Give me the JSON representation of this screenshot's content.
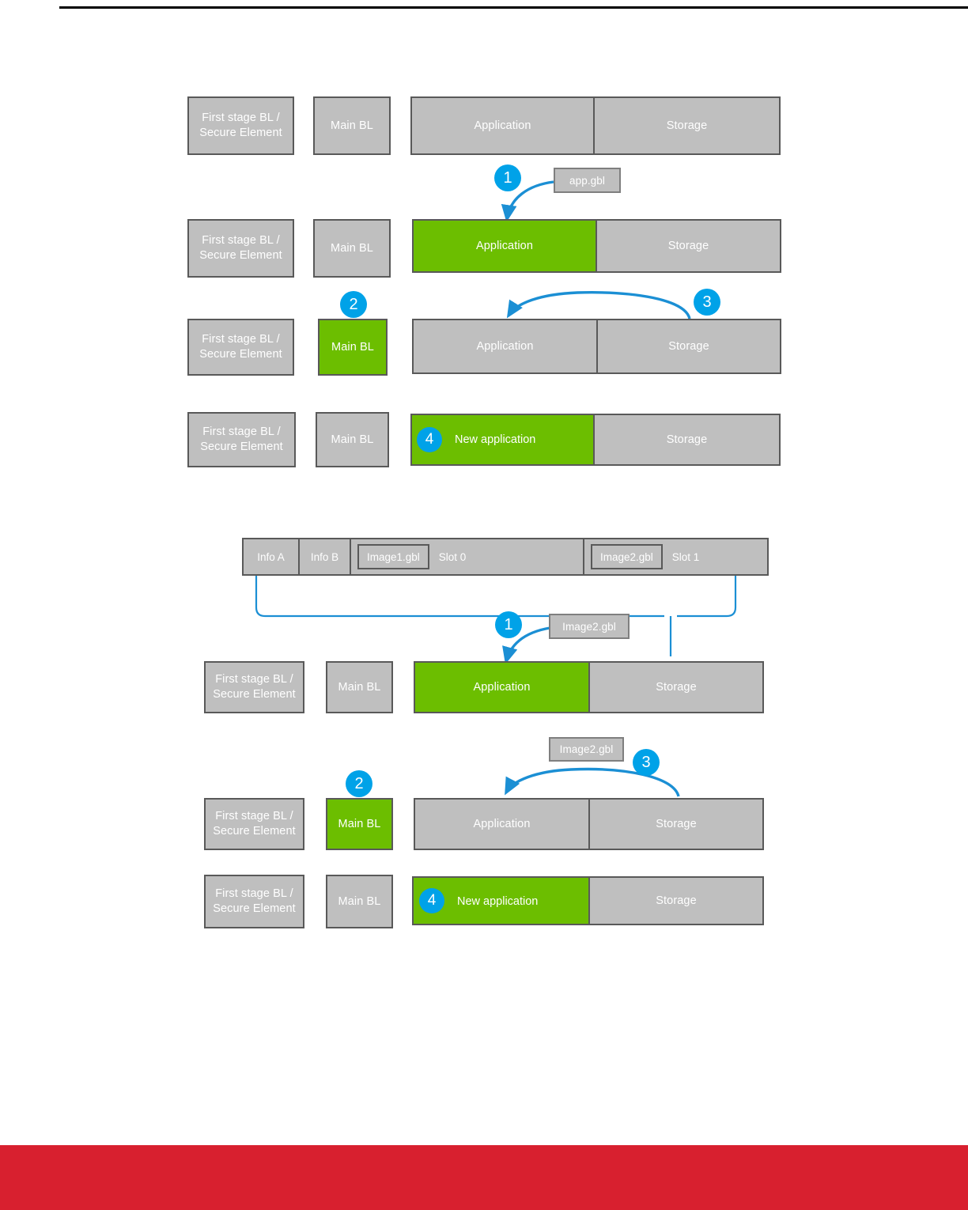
{
  "page": {
    "top_rule": "horizontal-rule",
    "footer_color": "#d8202f",
    "accent_blue": "#00a2e8",
    "accent_green": "#6cbe00",
    "box_gray": "#bfbfbf",
    "box_border": "#595959"
  },
  "labels": {
    "first_stage": "First stage BL /\nSecure Element",
    "main_bl": "Main BL",
    "application": "Application",
    "storage": "Storage",
    "new_application": "New application",
    "app_gbl": "app.gbl",
    "image1_gbl": "Image1.gbl",
    "image2_gbl": "Image2.gbl",
    "info_a": "Info A",
    "info_b": "Info B",
    "slot0": "Slot 0",
    "slot1": "Slot 1"
  },
  "diagram_top": {
    "name": "internal-storage-bootloader-update-flow",
    "rows": [
      {
        "name": "row-initial-state",
        "boxes": [
          {
            "label": "First stage BL /\nSecure Element",
            "state": "gray"
          },
          {
            "label": "Main BL",
            "state": "gray"
          },
          {
            "label": "Application",
            "state": "gray"
          },
          {
            "label": "Storage",
            "state": "gray"
          }
        ]
      },
      {
        "name": "row-step-1-download",
        "badge": "1",
        "chip": "app.gbl",
        "boxes": [
          {
            "label": "First stage BL /\nSecure Element",
            "state": "gray"
          },
          {
            "label": "Main BL",
            "state": "gray"
          },
          {
            "label": "Application",
            "state": "green"
          },
          {
            "label": "Storage",
            "state": "gray"
          }
        ]
      },
      {
        "name": "row-step-2-3-bootloader-copy",
        "badges": [
          "2",
          "3"
        ],
        "boxes": [
          {
            "label": "First stage BL /\nSecure Element",
            "state": "gray"
          },
          {
            "label": "Main BL",
            "state": "green"
          },
          {
            "label": "Application",
            "state": "gray"
          },
          {
            "label": "Storage",
            "state": "gray"
          }
        ]
      },
      {
        "name": "row-step-4-new-application",
        "badge": "4",
        "boxes": [
          {
            "label": "First stage BL /\nSecure Element",
            "state": "gray"
          },
          {
            "label": "Main BL",
            "state": "gray"
          },
          {
            "label": "New application",
            "state": "green"
          },
          {
            "label": "Storage",
            "state": "gray"
          }
        ]
      }
    ]
  },
  "diagram_bottom": {
    "name": "slot-based-storage-update-flow",
    "slot_bar": {
      "name": "storage-slot-layout",
      "cells": [
        {
          "type": "plain",
          "label": "Info A"
        },
        {
          "type": "plain",
          "label": "Info B"
        },
        {
          "type": "slot",
          "chip": "Image1.gbl",
          "label": "Slot 0"
        },
        {
          "type": "slot",
          "chip": "Image2.gbl",
          "label": "Slot 1"
        }
      ]
    },
    "rows": [
      {
        "name": "row-step-1-download",
        "badge": "1",
        "chip": "Image2.gbl",
        "boxes": [
          {
            "label": "First stage BL /\nSecure Element",
            "state": "gray"
          },
          {
            "label": "Main BL",
            "state": "gray"
          },
          {
            "label": "Application",
            "state": "green"
          },
          {
            "label": "Storage",
            "state": "gray"
          }
        ]
      },
      {
        "name": "row-step-2-3-bootloader-copy",
        "badges": [
          "2",
          "3"
        ],
        "chip": "Image2.gbl",
        "boxes": [
          {
            "label": "First stage BL /\nSecure Element",
            "state": "gray"
          },
          {
            "label": "Main BL",
            "state": "green"
          },
          {
            "label": "Application",
            "state": "gray"
          },
          {
            "label": "Storage",
            "state": "gray"
          }
        ]
      },
      {
        "name": "row-step-4-new-application",
        "badge": "4",
        "boxes": [
          {
            "label": "First stage BL /\nSecure Element",
            "state": "gray"
          },
          {
            "label": "Main BL",
            "state": "gray"
          },
          {
            "label": "New application",
            "state": "green"
          },
          {
            "label": "Storage",
            "state": "gray"
          }
        ]
      }
    ]
  }
}
